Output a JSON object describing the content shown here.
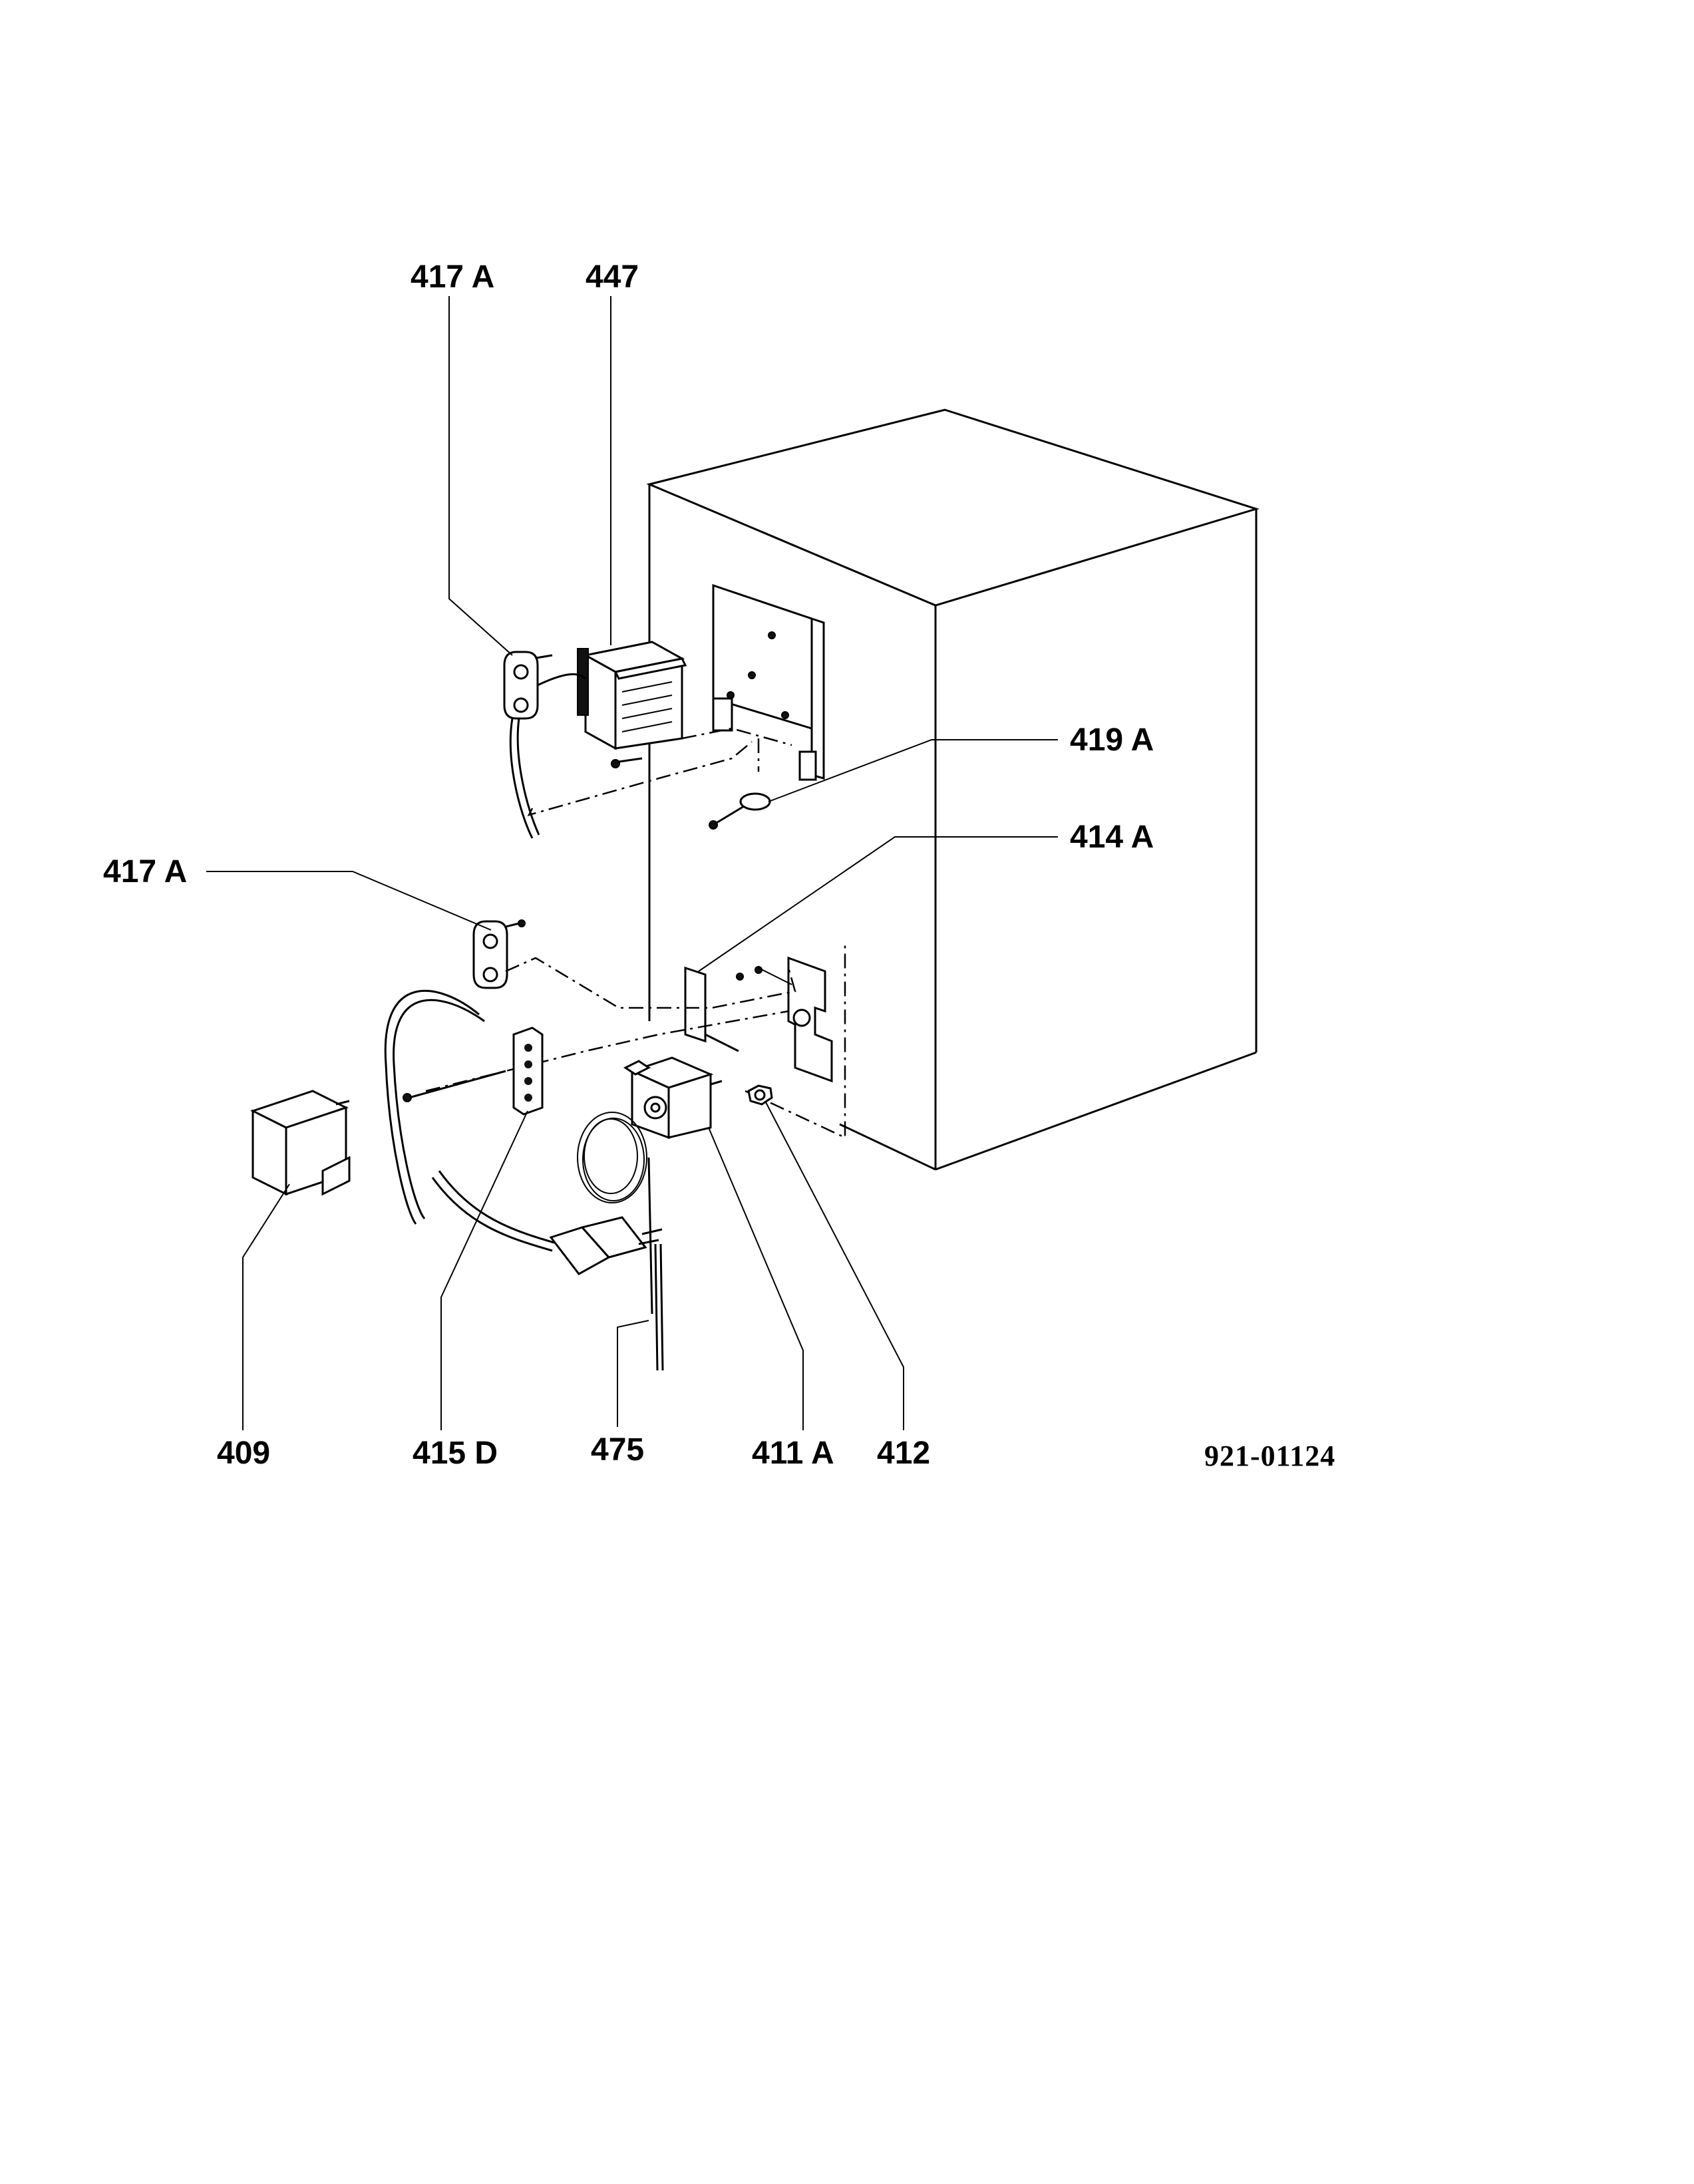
{
  "diagram": {
    "labels": {
      "l417a_top": "417 A",
      "l447": "447",
      "l419a": "419 A",
      "l414a": "414 A",
      "l417a_mid": "417 A",
      "l409": "409",
      "l415d": "415 D",
      "l475": "475",
      "l411a": "411 A",
      "l412": "412"
    },
    "document_number": "921-01124"
  }
}
